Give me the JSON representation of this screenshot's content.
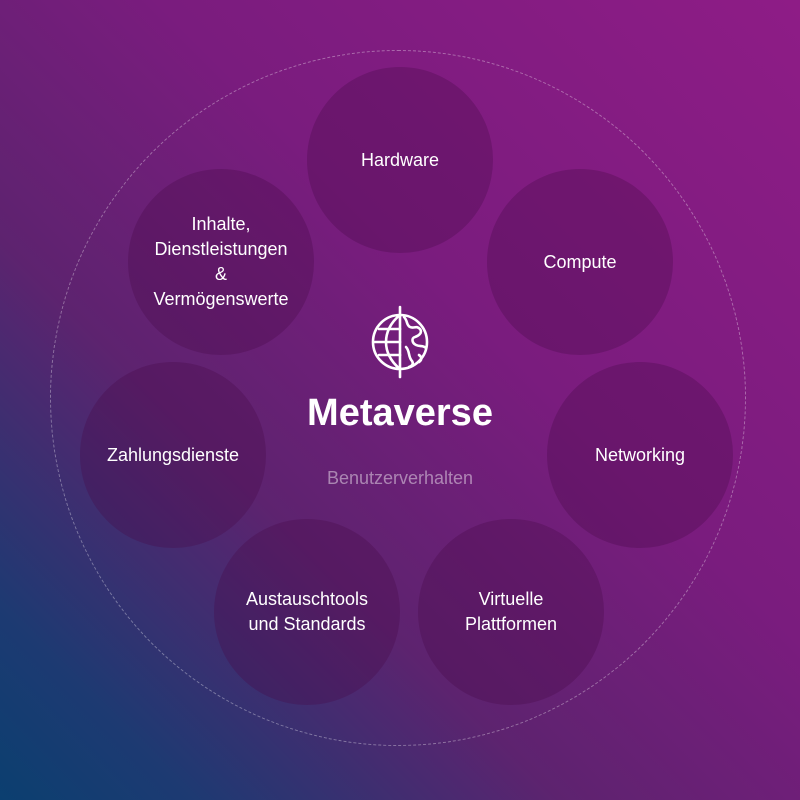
{
  "diagram": {
    "center_title": "Metaverse",
    "center_subtitle": "Benutzerverhalten",
    "center_icon": "globe-icon",
    "nodes": [
      {
        "label": "Hardware"
      },
      {
        "label": "Compute"
      },
      {
        "label": "Networking"
      },
      {
        "label": "Virtuelle\nPlattformen"
      },
      {
        "label": "Austauschtools\nund Standards"
      },
      {
        "label": "Zahlungsdienste"
      },
      {
        "label": "Inhalte,\nDienstleistungen\n&\nVermögenswerte"
      }
    ]
  },
  "colors": {
    "background_start": "#8e1c86",
    "background_end": "#0b3f70",
    "text": "#ffffff"
  }
}
